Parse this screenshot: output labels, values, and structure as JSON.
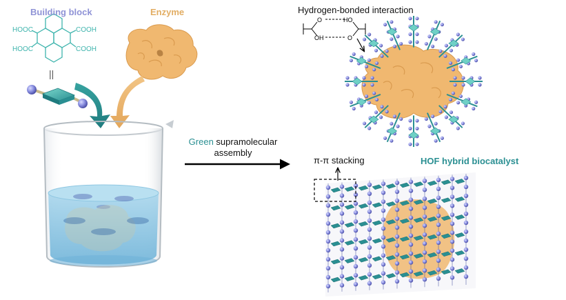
{
  "labels": {
    "building_block": "Building block",
    "enzyme": "Enzyme",
    "hydrogen_bond": "Hydrogen-bonded interaction",
    "process_green": "Green",
    "process_rest": " supramolecular",
    "process_line2": "assembly",
    "pi_stacking": "π-π stacking",
    "hof": "HOF hybrid biocatalyst"
  },
  "molecule": {
    "group_tl": "HOOC",
    "group_tr": "COOH",
    "group_bl": "HOOC",
    "group_br": "COOH",
    "equals": "||"
  },
  "hbond_chem": {
    "o_top": "O",
    "ho_top": "HO",
    "oh_bottom": "OH",
    "o_bottom": "O"
  },
  "colors": {
    "teal": "#2a8f92",
    "teal_light": "#6fd0c6",
    "blue_sphere": "#8a8fe0",
    "enzyme_orange": "#f0b870",
    "water": "#8fc7e2",
    "label_purple": "#8f93d6",
    "label_orange": "#e2ad63"
  }
}
